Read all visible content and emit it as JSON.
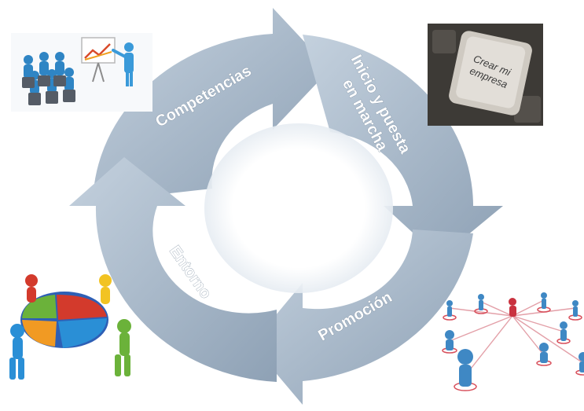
{
  "cycle": {
    "segments": [
      {
        "id": "competencias",
        "label": "Competencias"
      },
      {
        "id": "inicio",
        "label_lines": [
          "Inicio y puesta",
          "en marcha"
        ]
      },
      {
        "id": "promocion",
        "label": "Promoción"
      },
      {
        "id": "entorno",
        "label": "Entorno"
      }
    ],
    "colors": {
      "arrow_light": "#b9c8d8",
      "arrow_dark": "#8699ad",
      "center_glow": "#eef2f6"
    }
  },
  "images": {
    "top_left": {
      "icon": "presentation-audience-icon"
    },
    "top_right": {
      "icon": "keyboard-key-icon",
      "key_lines": [
        "Crear mi",
        "empresa"
      ]
    },
    "bottom_left": {
      "icon": "puzzle-team-icon"
    },
    "bottom_right": {
      "icon": "people-network-icon"
    }
  }
}
